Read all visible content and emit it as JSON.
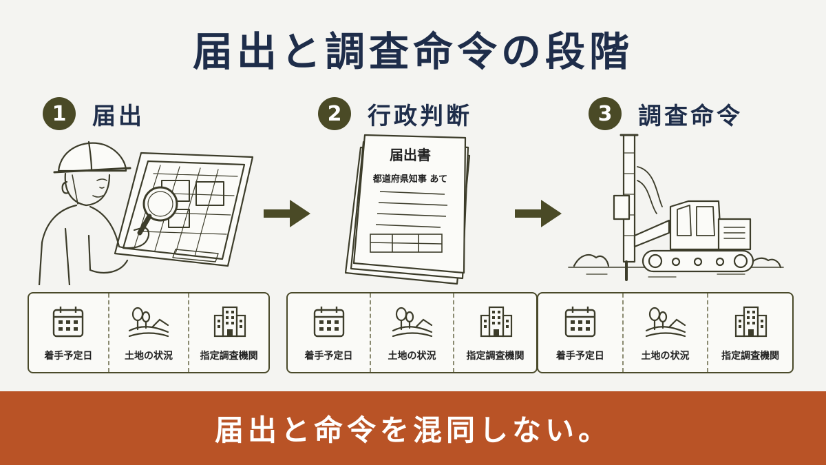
{
  "title": "届出と調査命令の段階",
  "steps": [
    {
      "number": "1",
      "label": "届出"
    },
    {
      "number": "2",
      "label": "行政判断"
    },
    {
      "number": "3",
      "label": "調査命令"
    }
  ],
  "document": {
    "heading": "届出書",
    "addressee": "都道府県知事 あて"
  },
  "panels": [
    {
      "items": [
        {
          "icon": "calendar-icon",
          "label": "着手予定日"
        },
        {
          "icon": "landscape-icon",
          "label": "土地の状況"
        },
        {
          "icon": "building-icon",
          "label": "指定調査機関"
        }
      ]
    },
    {
      "items": [
        {
          "icon": "calendar-icon",
          "label": "着手予定日"
        },
        {
          "icon": "landscape-icon",
          "label": "土地の状況"
        },
        {
          "icon": "building-icon",
          "label": "指定調査機関"
        }
      ]
    },
    {
      "items": [
        {
          "icon": "calendar-icon",
          "label": "着手予定日"
        },
        {
          "icon": "landscape-icon",
          "label": "土地の状況"
        },
        {
          "icon": "building-icon",
          "label": "指定調査機関"
        }
      ]
    }
  ],
  "banner": "届出と命令を混同しない。",
  "colors": {
    "title": "#1e2d4a",
    "accent": "#4a4a26",
    "banner": "#b95326",
    "background": "#f4f4f1"
  }
}
